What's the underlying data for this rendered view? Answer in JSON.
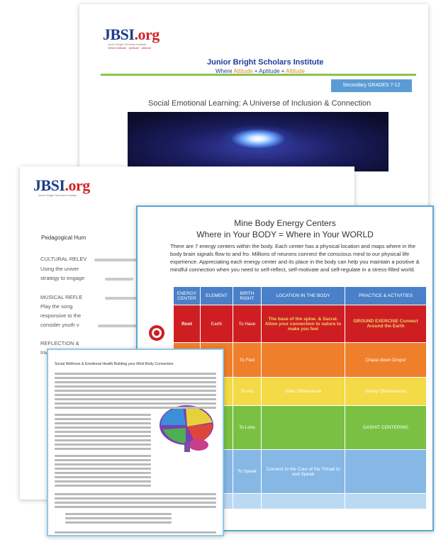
{
  "back_sheet": {
    "logo": "JBSI",
    "logo_dot": ".org",
    "logo_tag1": "Junior Bright Scholars Institute",
    "logo_tag2": "Where Attitude · Aptitude · Altitude",
    "org_name": "Junior Bright Scholars Institute",
    "motto_where": "Where",
    "motto_1": "Attitude",
    "motto_sep1": "+",
    "motto_2": "Aptitude",
    "motto_sep2": "+",
    "motto_3": "Altitude",
    "grade_badge": "Secondary GRADES 7-12",
    "title": "Social Emotional Learning: A Universe of Inclusion & Connection"
  },
  "mid_sheet": {
    "logo": "JBSI",
    "logo_dot": ".org",
    "logo_tag1": "Junior Bright Scholars Institute",
    "heading": "Pedagogical Hum",
    "lines": [
      "CULTURAL RELEV",
      "Using the univer",
      "strategy to engage",
      "MUSICAL REFLE",
      "Play the song",
      "responsive to the",
      "consider youth v",
      "REFLECTION &",
      "Invite students"
    ]
  },
  "front_sheet": {
    "title1": "Mine Body Energy Centers",
    "title2": "Where in Your BODY = Where in Your WORLD",
    "body": "There are 7 energy centers within the body. Each center has a physical location and maps where in the body brain signals flow to and fro. Millions of neurons connect the conscious mind to our physical life experience. Appreciating each energy center and its place in the body can help you maintain a positive & mindful connection when you need to self-reflect, self-motivate and self-regulate in a stress-filled world.",
    "table": {
      "headers": [
        "ENERGY CENTER",
        "ELEMENT",
        "BIRTH RIGHT",
        "LOCATION IN THE BODY",
        "PRACTICE & ACTIVITIES"
      ],
      "rows": [
        [
          "Root",
          "Earth",
          "To Have",
          "The base of the spine. & Sacral. Allow your connection to nature to make you feel",
          "GROUND EXERCISE Connect Around the Earth"
        ],
        [
          "",
          "",
          "To Feel",
          "",
          "Chase down Drops!"
        ],
        [
          "",
          "",
          "To Act",
          "Solar Observance",
          "Sunny Observances"
        ],
        [
          "",
          "",
          "To Love",
          "",
          "GASHIT CENTERING"
        ],
        [
          "",
          "",
          "To Speak",
          "Connect to the Core of the Throat to and Speak",
          ""
        ],
        [
          "",
          "",
          "",
          "",
          ""
        ]
      ]
    }
  },
  "left_sheet": {
    "title": "Social Wellness & Emotional Health Building your Mind Body Connection"
  },
  "colors": {
    "brand_blue": "#1d3c8a",
    "accent_green": "#8bc34a",
    "badge_blue": "#5b9bd5",
    "root_red": "#cf1e21",
    "orange": "#f07f2c",
    "yellow": "#f3da46",
    "green": "#7ac143",
    "light_blue": "#86b8e6"
  }
}
